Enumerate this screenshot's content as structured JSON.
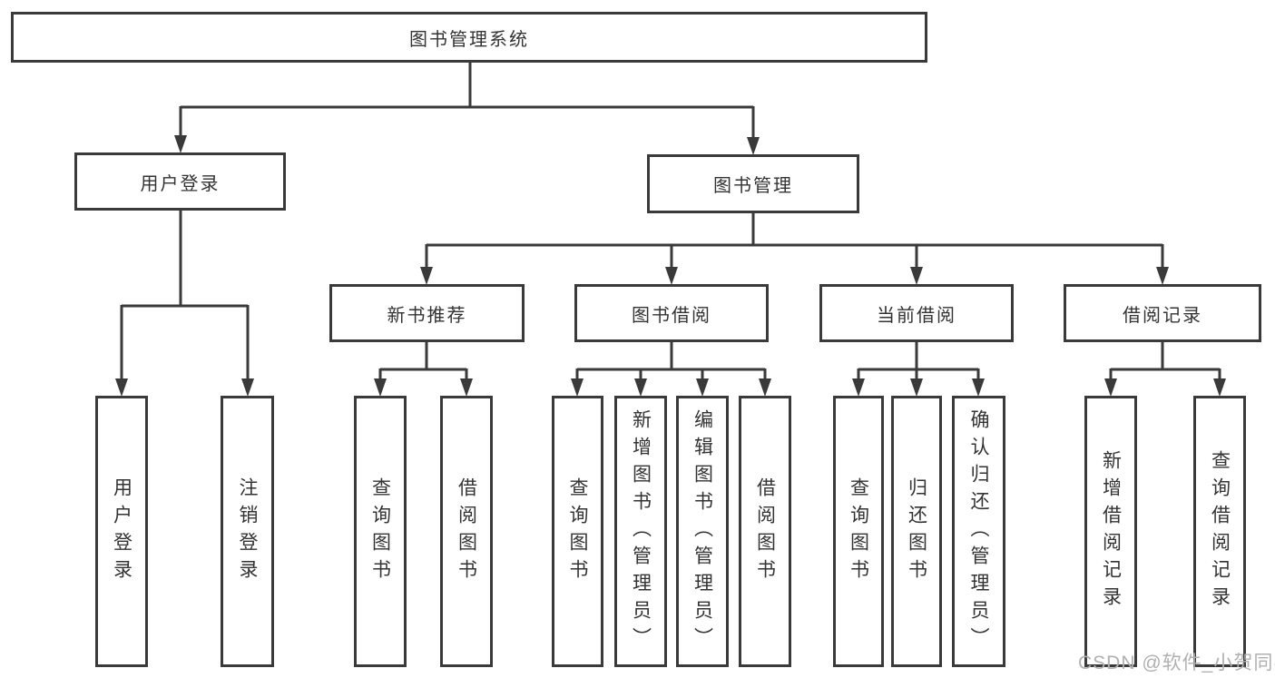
{
  "diagram_type": "hierarchy-tree",
  "colors": {
    "line": "#3a3a3a",
    "box_border": "#3a3a3a",
    "text": "#333333",
    "background": "#ffffff",
    "watermark": "#b0b0b0"
  },
  "tree": {
    "root": {
      "label": "图书管理系统"
    },
    "children": [
      {
        "label": "用户登录",
        "children": [
          {
            "label": "用户登录"
          },
          {
            "label": "注销登录"
          }
        ]
      },
      {
        "label": "图书管理",
        "children": [
          {
            "label": "新书推荐",
            "children": [
              {
                "label": "查询图书"
              },
              {
                "label": "借阅图书"
              }
            ]
          },
          {
            "label": "图书借阅",
            "children": [
              {
                "label": "查询图书"
              },
              {
                "label": "新增图书（管理员）"
              },
              {
                "label": "编辑图书（管理员）"
              },
              {
                "label": "借阅图书"
              }
            ]
          },
          {
            "label": "当前借阅",
            "children": [
              {
                "label": "查询图书"
              },
              {
                "label": "归还图书"
              },
              {
                "label": "确认归还（管理员）"
              }
            ]
          },
          {
            "label": "借阅记录",
            "children": [
              {
                "label": "新增借阅记录"
              },
              {
                "label": "查询借阅记录"
              }
            ]
          }
        ]
      }
    ]
  },
  "watermark": {
    "text": "CSDN @软件_小贺同学"
  }
}
